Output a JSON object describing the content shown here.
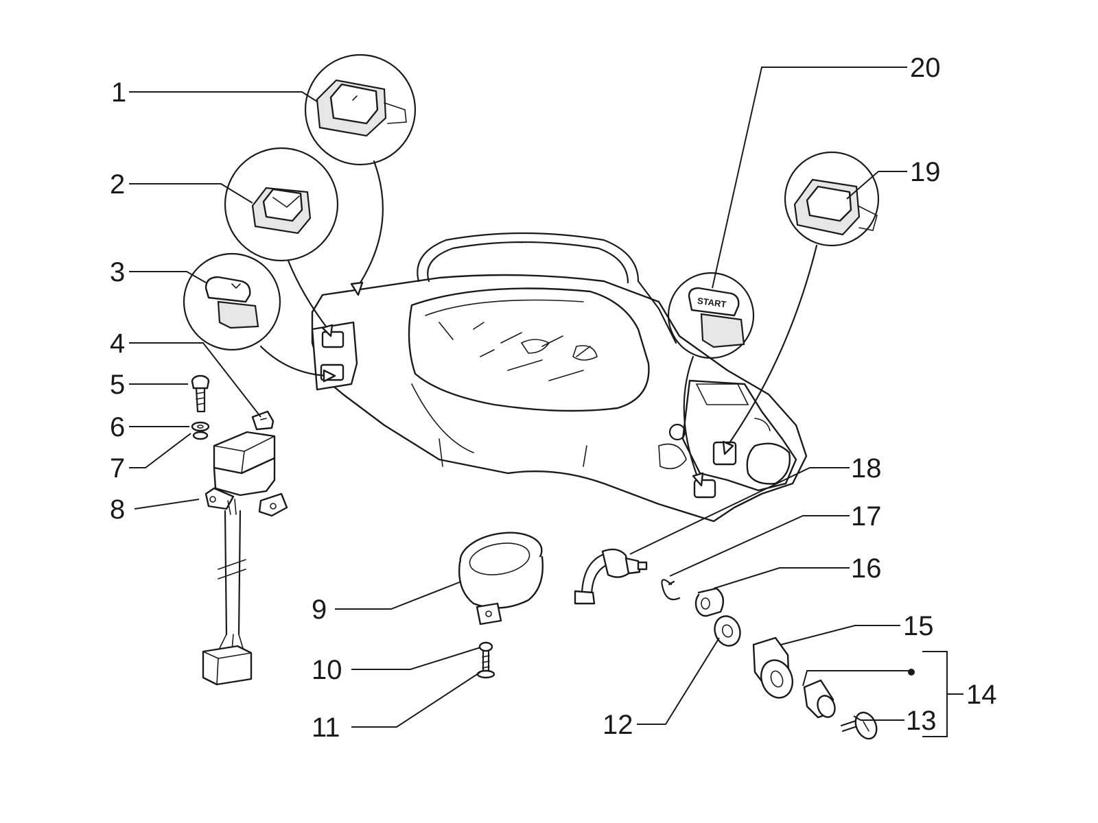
{
  "diagram": {
    "part_numbers": [
      "1",
      "2",
      "3",
      "4",
      "5",
      "6",
      "7",
      "8",
      "9",
      "10",
      "11",
      "12",
      "13",
      "14",
      "15",
      "16",
      "17",
      "18",
      "19",
      "20"
    ],
    "start_button_text": "START"
  }
}
